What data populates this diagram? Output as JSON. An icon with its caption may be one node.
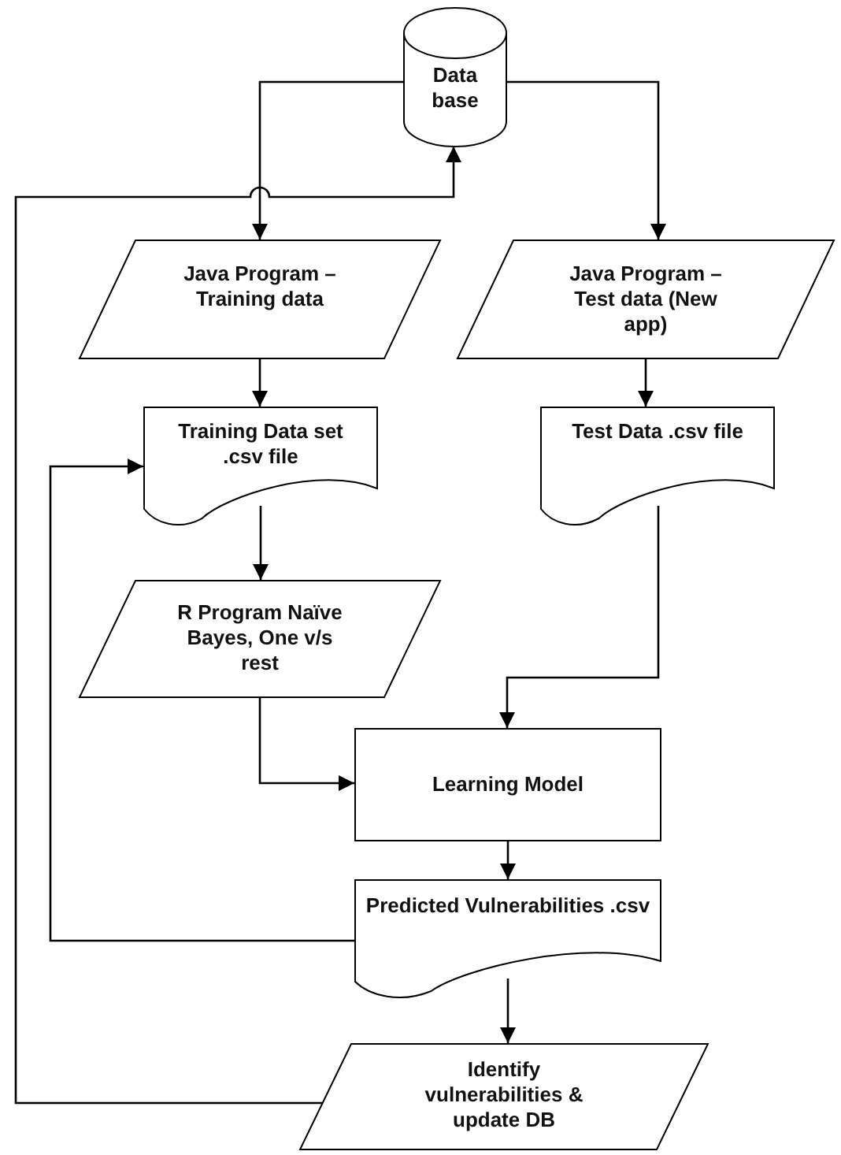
{
  "diagram": {
    "nodes": [
      {
        "text": [
          "Data base"
        ]
      },
      {
        "text": [
          "Java Program – Training data"
        ]
      },
      {
        "text": [
          "Java Program – Test data (New app)"
        ]
      },
      {
        "text": [
          "Training Data set .csv file"
        ]
      },
      {
        "text": [
          "Test Data .csv file"
        ]
      },
      {
        "text": [
          "R Program Naïve Bayes, One v/s rest"
        ]
      },
      {
        "text": [
          "Learning Model"
        ]
      },
      {
        "text": [
          "Predicted Vulnerabilities .csv"
        ]
      },
      {
        "text": [
          "Identify vulnerabilities & update DB"
        ]
      }
    ],
    "edges": [
      {
        "from": 0,
        "to": 1,
        "arrow": "to"
      },
      {
        "from": 0,
        "to": 2,
        "arrow": "to"
      },
      {
        "from": 8,
        "to": 0,
        "arrow": "to"
      },
      {
        "from": 1,
        "to": 3,
        "arrow": "to"
      },
      {
        "from": 2,
        "to": 4,
        "arrow": "to"
      },
      {
        "from": 3,
        "to": 5,
        "arrow": "to"
      },
      {
        "from": 5,
        "to": 6,
        "arrow": "to"
      },
      {
        "from": 4,
        "to": 6,
        "arrow": "to"
      },
      {
        "from": 6,
        "to": 7,
        "arrow": "to"
      },
      {
        "from": 7,
        "to": 3,
        "arrow": "to"
      },
      {
        "from": 7,
        "to": 8,
        "arrow": "to"
      }
    ]
  }
}
